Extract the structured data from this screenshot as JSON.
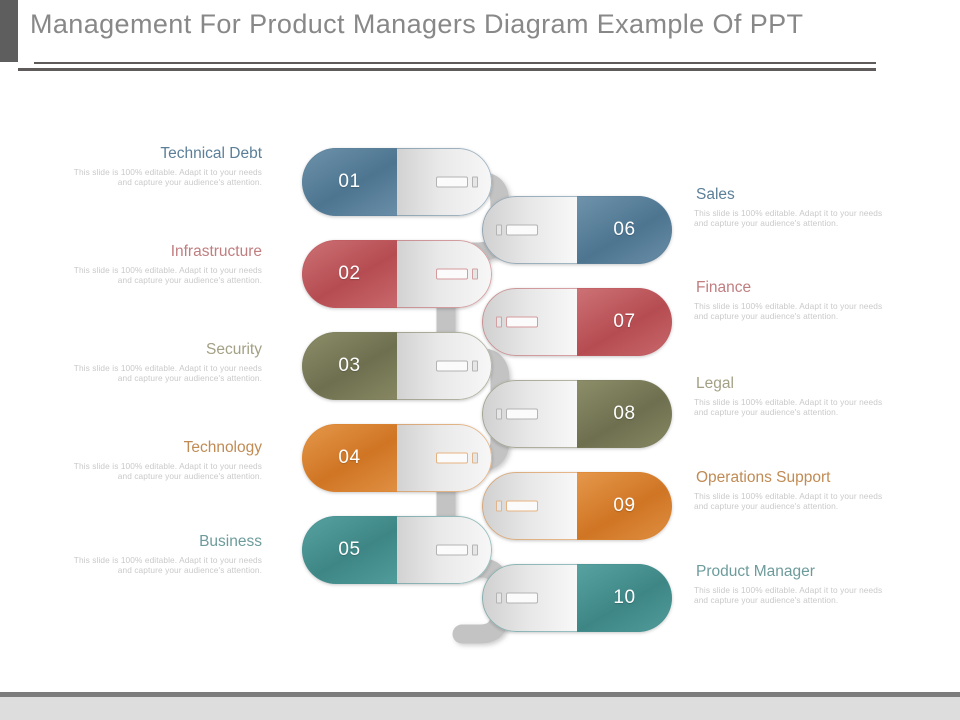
{
  "header": {
    "title": "Management For Product Managers Diagram Example Of PPT"
  },
  "body_text": "This slide is 100% editable. Adapt it to your needs and capture your audience's attention.",
  "colors": {
    "slate_blue": "#5b7f99",
    "red": "#bd5a5e",
    "olive": "#7c7d5c",
    "orange": "#d9832f",
    "teal": "#47908f",
    "title_gray": "#888888",
    "body_gray": "#c9c9c9",
    "ribbon_gray": "#c0c0c0",
    "footer_gray": "#dddddd"
  },
  "left_items": [
    {
      "number": "01",
      "title": "Technical Debt",
      "color": "#5b7f99",
      "desc": "This slide is 100% editable. Adapt it to your needs and capture your audience's attention."
    },
    {
      "number": "02",
      "title": "Infrastructure",
      "color": "#bd5a5e",
      "desc": "This slide is 100% editable. Adapt it to your needs and capture your audience's attention."
    },
    {
      "number": "03",
      "title": "Security",
      "color": "#7c7d5c",
      "desc": "This slide is 100% editable. Adapt it to your needs and capture your audience's attention."
    },
    {
      "number": "04",
      "title": "Technology",
      "color": "#d9832f",
      "desc": "This slide is 100% editable. Adapt it to your needs and capture your audience's attention."
    },
    {
      "number": "05",
      "title": "Business",
      "color": "#47908f",
      "desc": "This slide is 100% editable. Adapt it to your needs and capture your audience's attention."
    }
  ],
  "right_items": [
    {
      "number": "06",
      "title": "Sales",
      "color": "#5b7f99",
      "desc": "This slide is 100% editable. Adapt it to your needs and capture your audience's attention."
    },
    {
      "number": "07",
      "title": "Finance",
      "color": "#bd5a5e",
      "desc": "This slide is 100% editable. Adapt it to your needs and capture your audience's attention."
    },
    {
      "number": "08",
      "title": "Legal",
      "color": "#7c7d5c",
      "desc": "This slide is 100% editable. Adapt it to your needs and capture your audience's attention."
    },
    {
      "number": "09",
      "title": "Operations Support",
      "color": "#d9832f",
      "desc": "This slide is 100% editable. Adapt it to your needs and capture your audience's attention."
    },
    {
      "number": "10",
      "title": "Product Manager",
      "color": "#47908f",
      "desc": "This slide is 100% editable. Adapt it to your needs and capture your audience's attention."
    }
  ]
}
